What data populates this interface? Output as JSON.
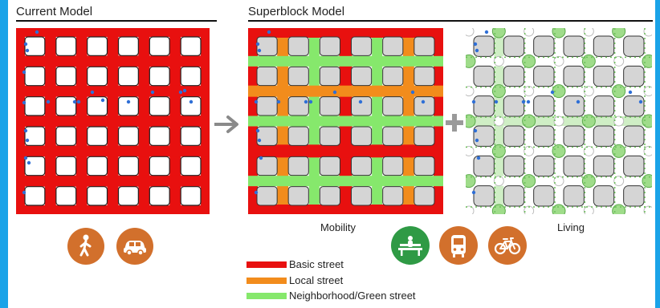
{
  "panels": {
    "current": {
      "title": "Current Model"
    },
    "superblock": {
      "title": "Superblock Model"
    }
  },
  "captions": {
    "mobility": "Mobility",
    "living": "Living"
  },
  "legend": [
    {
      "label": "Basic street",
      "color": "#e8100f"
    },
    {
      "label": "Local street",
      "color": "#f28c1c"
    },
    {
      "label": "Neighborhood/Green street",
      "color": "#86e86c"
    }
  ],
  "icons": {
    "current_modes": [
      "pedestrian-icon",
      "car-icon"
    ],
    "living_modes": [
      "bench-icon",
      "bus-icon",
      "bicycle-icon"
    ]
  },
  "colors": {
    "street_red": "#e8100f",
    "street_orange": "#f28c1c",
    "street_green": "#86e86c",
    "block_gray": "#d5d5d5",
    "icon_circle_orange": "#d2702c",
    "icon_circle_green": "#2f9a45",
    "stop_blue": "#2f6fd6",
    "accent_blue": "#1aa3e8"
  }
}
